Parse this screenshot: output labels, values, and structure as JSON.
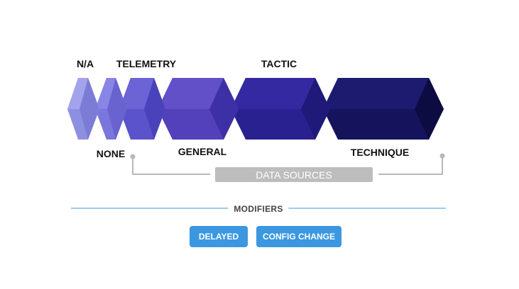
{
  "labels_top": {
    "na": "N/A",
    "telemetry": "TELEMETRY",
    "tactic": "TACTIC"
  },
  "labels_bottom": {
    "none": "NONE",
    "general": "GENERAL",
    "technique": "TECHNIQUE"
  },
  "data_sources": {
    "label": "DATA SOURCES"
  },
  "modifiers": {
    "heading": "MODIFIERS",
    "buttons": [
      "DELAYED",
      "CONFIG CHANGE"
    ]
  },
  "colors": {
    "na": "#8f8fe2",
    "none": "#7b78de",
    "telemetry": "#5e56cf",
    "general": "#5a45bf",
    "tactic": "#2d2396",
    "technique": "#14135c",
    "connector": "#b8b8b8",
    "modifier_line": "#3d96dc",
    "button": "#3b97df"
  }
}
